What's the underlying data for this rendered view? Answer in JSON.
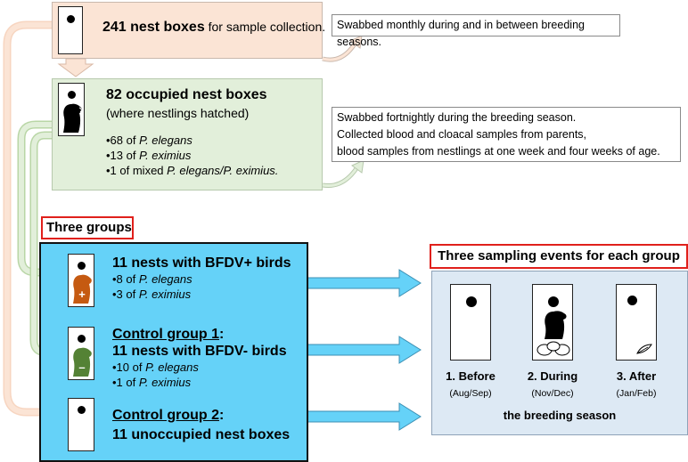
{
  "colors": {
    "peach": "#fbe4d5",
    "green": "#e2efda",
    "blue_main": "#65d2f8",
    "blue_light": "#dde9f4",
    "bird_bfdv_pos": "#c55a11",
    "bird_bfdv_neg": "#548235",
    "highlight_red": "#e0201b"
  },
  "top_box": {
    "count": "241 nest boxes",
    "suffix": " for sample collection."
  },
  "top_note": "Swabbed monthly during and in between breeding seasons.",
  "occupied_box": {
    "title": "82 occupied nest boxes",
    "subtitle": "(where nestlings hatched)",
    "items": [
      {
        "prefix": "•68 of ",
        "species": "P. elegans"
      },
      {
        "prefix": "•13 of ",
        "species": "P. eximius"
      },
      {
        "prefix": "•1 of mixed ",
        "species": "P. elegans/P. eximius."
      }
    ]
  },
  "occupied_note": {
    "line1": "Swabbed fortnightly during the breeding season.",
    "line2": "Collected blood and cloacal samples from parents,",
    "line3": "blood samples from nestlings at one week and four weeks of age."
  },
  "three_groups_label": "Three groups",
  "groups": {
    "g1": {
      "title": "11 nests with BFDV+ birds",
      "sign": "+",
      "items": [
        {
          "prefix": "•8 of ",
          "species": "P. elegans"
        },
        {
          "prefix": "•3 of ",
          "species": "P. eximius"
        }
      ]
    },
    "g2": {
      "label": "Control group 1",
      "colon": ":",
      "title": "11 nests with BFDV- birds",
      "sign": "–",
      "items": [
        {
          "prefix": "•10 of ",
          "species": "P. elegans"
        },
        {
          "prefix": "•1 of ",
          "species": "P. eximius"
        }
      ]
    },
    "g3": {
      "label": "Control group 2",
      "colon": ":",
      "title": "11 unoccupied nest boxes"
    }
  },
  "sampling_label": "Three sampling events for each group",
  "events": [
    {
      "name": "1. Before",
      "months": "(Aug/Sep)"
    },
    {
      "name": "2. During",
      "months": "(Nov/Dec)"
    },
    {
      "name": "3. After",
      "months": "(Jan/Feb)"
    }
  ],
  "season_label": "the breeding season"
}
